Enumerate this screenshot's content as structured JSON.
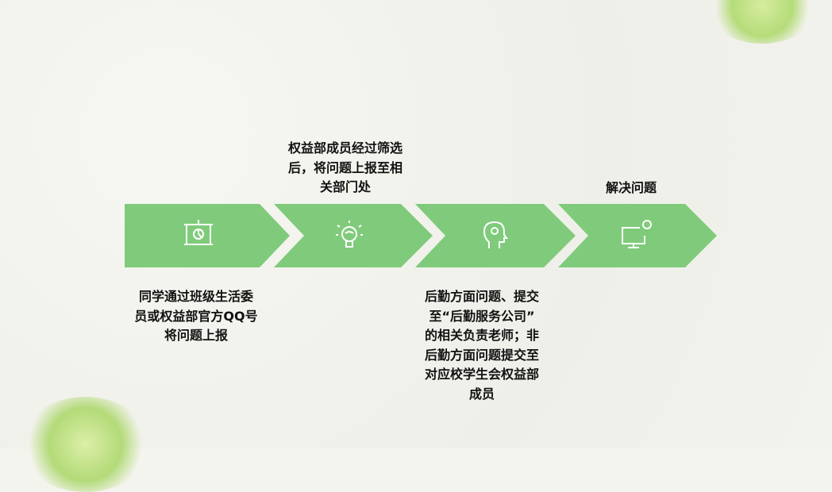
{
  "steps": [
    {
      "icon": "presentation-board-icon",
      "text_position": "below",
      "lines": [
        "同学通过班级生活委",
        "员或权益部官方QQ号",
        "将问题上报"
      ]
    },
    {
      "icon": "lightbulb-icon",
      "text_position": "above",
      "lines": [
        "权益部成员经过筛选",
        "后，将问题上报至相",
        "关部门处"
      ]
    },
    {
      "icon": "head-gear-icon",
      "text_position": "below",
      "lines": [
        "后勤方面问题、提交",
        "至“后勤服务公司”",
        "的相关负责老师；非",
        "后勤方面问题提交至",
        "对应校学生会权益部",
        "成员"
      ]
    },
    {
      "icon": "monitor-chat-icon",
      "text_position": "above",
      "lines": [
        "解决问题"
      ]
    }
  ],
  "colors": {
    "chevron": "#7fcb7b",
    "text": "#111111",
    "background": "#f4f4ef"
  }
}
